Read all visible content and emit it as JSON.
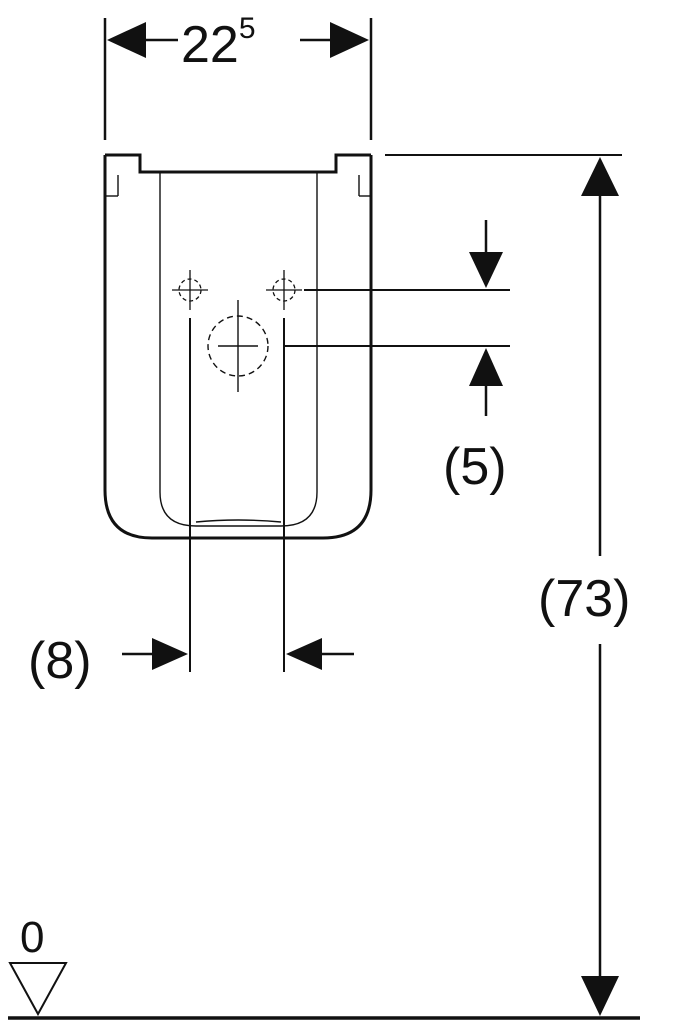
{
  "diagram": {
    "width_dimension": {
      "main": "22",
      "superscript": "5"
    },
    "pipe_spacing": "(8)",
    "outlet_offset": "(5)",
    "height_dimension": "(73)",
    "floor_level": "0"
  },
  "colors": {
    "ink": "#111111",
    "background": "#ffffff"
  }
}
